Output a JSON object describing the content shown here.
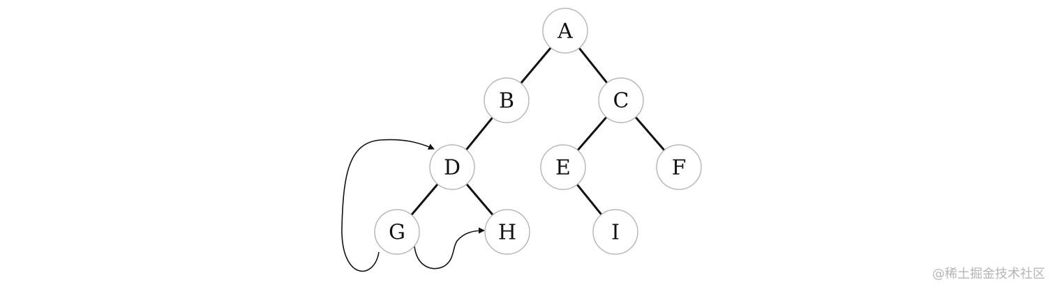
{
  "nodes": [
    {
      "id": "A",
      "label": "A"
    },
    {
      "id": "B",
      "label": "B"
    },
    {
      "id": "C",
      "label": "C"
    },
    {
      "id": "D",
      "label": "D"
    },
    {
      "id": "E",
      "label": "E"
    },
    {
      "id": "F",
      "label": "F"
    },
    {
      "id": "G",
      "label": "G"
    },
    {
      "id": "H",
      "label": "H"
    },
    {
      "id": "I",
      "label": "I"
    }
  ],
  "edges": [
    {
      "from": "A",
      "to": "B"
    },
    {
      "from": "A",
      "to": "C"
    },
    {
      "from": "B",
      "to": "D"
    },
    {
      "from": "C",
      "to": "E"
    },
    {
      "from": "C",
      "to": "F"
    },
    {
      "from": "D",
      "to": "G"
    },
    {
      "from": "D",
      "to": "H"
    },
    {
      "from": "E",
      "to": "I"
    }
  ],
  "threads": [
    {
      "from": "G",
      "to": "D"
    },
    {
      "from": "G",
      "to": "H"
    }
  ],
  "watermark": "@稀土掘金技术社区"
}
